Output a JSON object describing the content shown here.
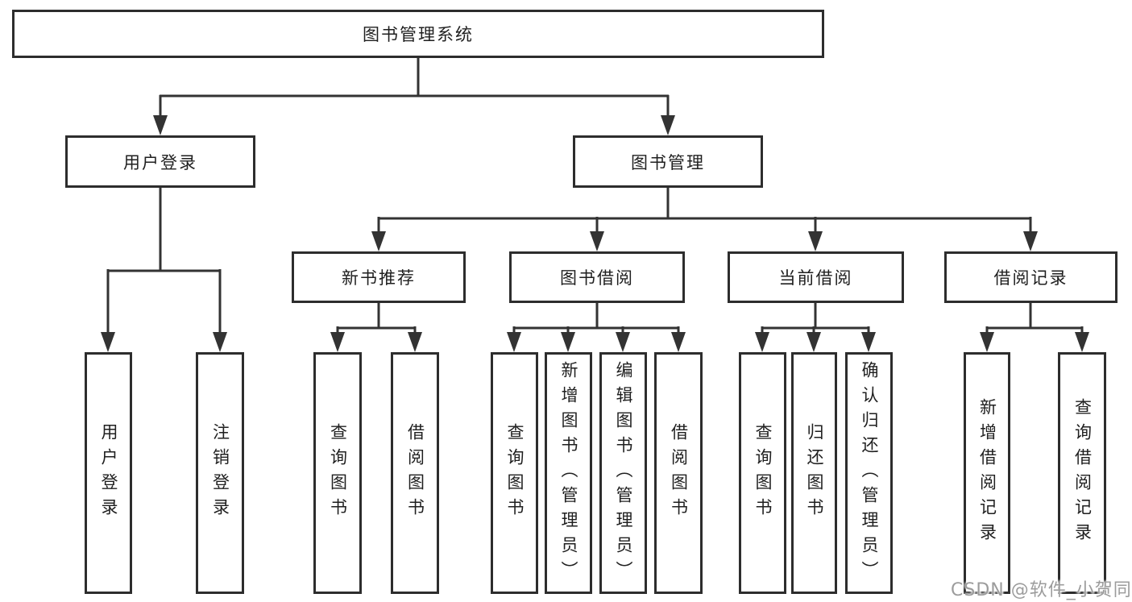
{
  "tree": {
    "label": "图书管理系统",
    "children": [
      {
        "label": "用户登录",
        "children": [
          {
            "label": "用户登录"
          },
          {
            "label": "注销登录"
          }
        ]
      },
      {
        "label": "图书管理",
        "children": [
          {
            "label": "新书推荐",
            "children": [
              {
                "label": "查询图书"
              },
              {
                "label": "借阅图书"
              }
            ]
          },
          {
            "label": "图书借阅",
            "children": [
              {
                "label": "查询图书"
              },
              {
                "label": "新增图书（管理员）"
              },
              {
                "label": "编辑图书（管理员）"
              },
              {
                "label": "借阅图书"
              }
            ]
          },
          {
            "label": "当前借阅",
            "children": [
              {
                "label": "查询图书"
              },
              {
                "label": "归还图书"
              },
              {
                "label": "确认归还（管理员）"
              }
            ]
          },
          {
            "label": "借阅记录",
            "children": [
              {
                "label": "新增借阅记录"
              },
              {
                "label": "查询借阅记录"
              }
            ]
          }
        ]
      }
    ]
  },
  "watermark": {
    "text": "CSDN @软件_小贺同学"
  },
  "colors": {
    "line": "#333333",
    "box_border": "#2d2d2d",
    "text": "#1f1f1f",
    "watermark": "#9c9c9c",
    "background": "#ffffff"
  }
}
